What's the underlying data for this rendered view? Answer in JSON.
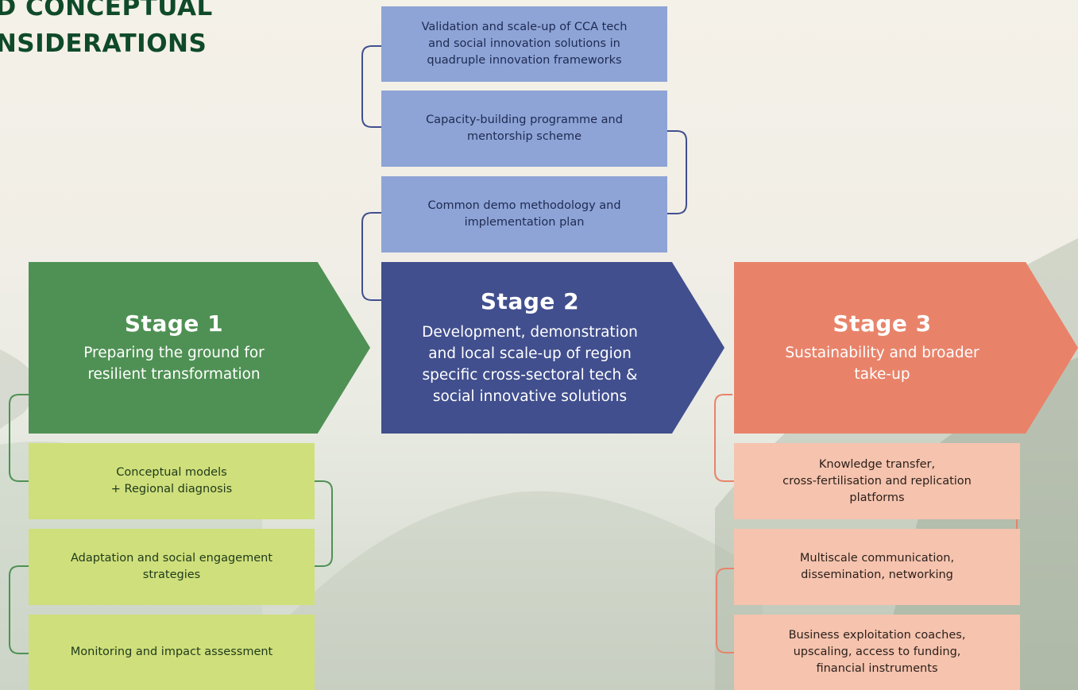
{
  "header": {
    "title_line1": "ND CONCEPTUAL",
    "title_line2": "ONSIDERATIONS"
  },
  "stage1": {
    "title": "Stage 1",
    "subtitle_line1": "Preparing the ground for",
    "subtitle_line2": "resilient transformation",
    "color": "#4f9154",
    "items": [
      {
        "line1": "Conceptual models",
        "line2": "+ Regional diagnosis"
      },
      {
        "line1": "Adaptation and social engagement",
        "line2": "strategies"
      },
      {
        "line1": "Monitoring and impact assessment",
        "line2": ""
      }
    ]
  },
  "stage2": {
    "title": "Stage 2",
    "subtitle_line1": "Development, demonstration",
    "subtitle_line2": "and local scale-up of region",
    "subtitle_line3": "specific cross-sectoral tech &",
    "subtitle_line4": "social innovative solutions",
    "color": "#414f8e",
    "items": [
      {
        "line1": "Validation and scale-up of CCA tech",
        "line2": "and social innovation solutions in",
        "line3": "quadruple innovation frameworks"
      },
      {
        "line1": "Capacity-building programme and",
        "line2": "mentorship scheme"
      },
      {
        "line1": "Common demo methodology and",
        "line2": "implementation plan"
      }
    ]
  },
  "stage3": {
    "title": "Stage 3",
    "subtitle_line1": "Sustainability and broader",
    "subtitle_line2": "take-up",
    "color": "#e8836a",
    "items": [
      {
        "line1": "Knowledge transfer,",
        "line2": "cross-fertilisation and replication",
        "line3": "platforms"
      },
      {
        "line1": "Multiscale communication,",
        "line2": "dissemination, networking"
      },
      {
        "line1": "Business exploitation coaches,",
        "line2": "upscaling, access to funding,",
        "line3": "financial instruments"
      }
    ]
  }
}
